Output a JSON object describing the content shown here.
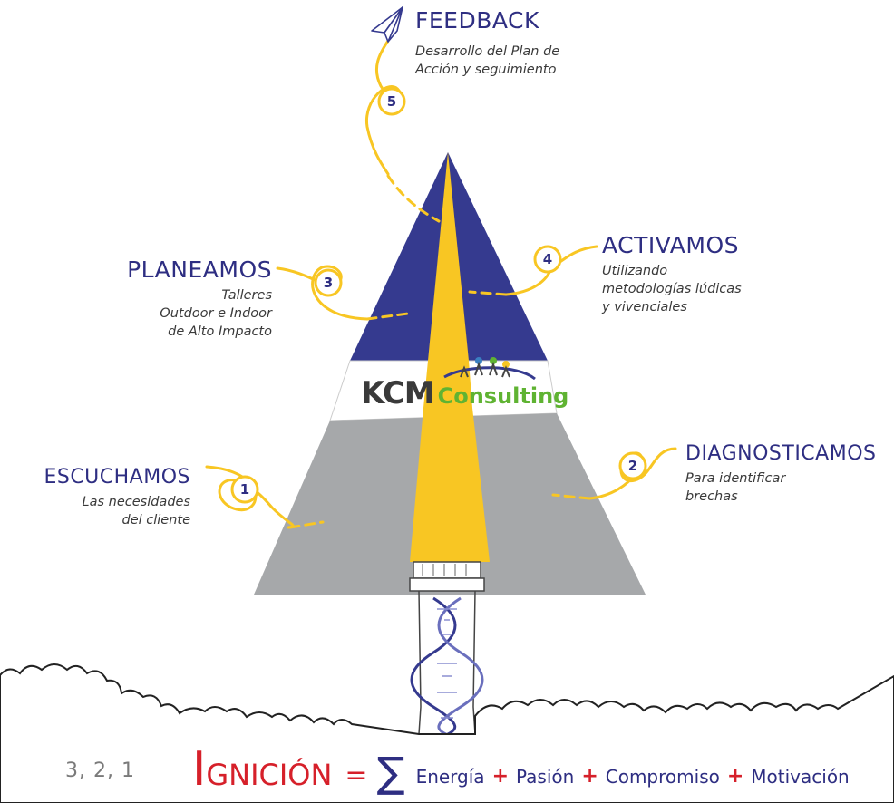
{
  "steps": [
    {
      "number": "1",
      "title": "ESCUCHAMOS",
      "lines": [
        "Las necesidades",
        "del cliente"
      ]
    },
    {
      "number": "2",
      "title": "DIAGNOSTICAMOS",
      "lines": [
        "Para identificar",
        "brechas"
      ]
    },
    {
      "number": "3",
      "title": "PLANEAMOS",
      "lines": [
        "Talleres",
        "Outdoor e Indoor",
        "de Alto Impacto"
      ]
    },
    {
      "number": "4",
      "title": "ACTIVAMOS",
      "lines": [
        "Utilizando",
        "metodologías lúdicas",
        "y vivenciales"
      ]
    },
    {
      "number": "5",
      "title": "FEEDBACK",
      "lines": [
        "Desarrollo del Plan de",
        "Acción y seguimiento"
      ]
    }
  ],
  "logo": {
    "brand": "KCM",
    "suffix": "Consulting"
  },
  "countdown": "3, 2, 1",
  "formula": {
    "ignition_initial": "I",
    "ignition_rest": "GNICIÓN",
    "equals": "=",
    "sigma": "∑",
    "plus": "+",
    "terms": [
      "Energía",
      "Pasión",
      "Compromiso",
      "Motivación"
    ]
  },
  "colors": {
    "navy": "#353a8f",
    "yellow": "#f8c623",
    "grey": "#a6a8aa",
    "red": "#d6202a",
    "green": "#5fb332"
  },
  "icons": [
    "paper-plane-icon",
    "dna-helix-icon",
    "team-people-icon"
  ]
}
